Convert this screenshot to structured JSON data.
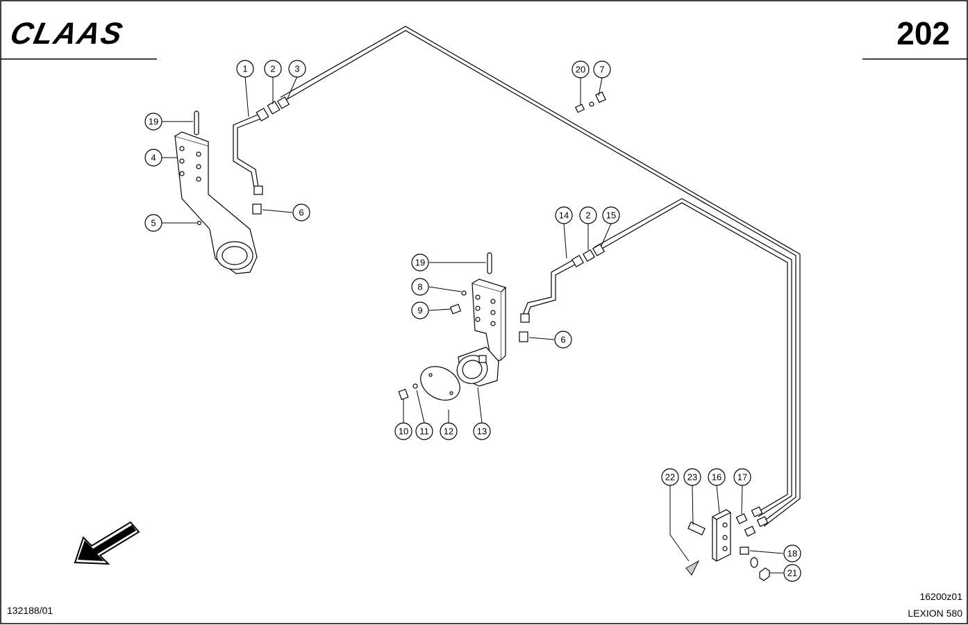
{
  "header": {
    "brand": "CLAAS",
    "page_number": "202"
  },
  "footer": {
    "left_code": "132188/01",
    "right_code": "16200z01",
    "model": "LEXION 580"
  },
  "callouts": [
    {
      "id": "c1",
      "label": "1"
    },
    {
      "id": "c2a",
      "label": "2"
    },
    {
      "id": "c3",
      "label": "3"
    },
    {
      "id": "c20",
      "label": "20"
    },
    {
      "id": "c7",
      "label": "7"
    },
    {
      "id": "c19a",
      "label": "19"
    },
    {
      "id": "c4",
      "label": "4"
    },
    {
      "id": "c6a",
      "label": "6"
    },
    {
      "id": "c5",
      "label": "5"
    },
    {
      "id": "c14",
      "label": "14"
    },
    {
      "id": "c2b",
      "label": "2"
    },
    {
      "id": "c15",
      "label": "15"
    },
    {
      "id": "c19b",
      "label": "19"
    },
    {
      "id": "c8",
      "label": "8"
    },
    {
      "id": "c9",
      "label": "9"
    },
    {
      "id": "c6b",
      "label": "6"
    },
    {
      "id": "c10",
      "label": "10"
    },
    {
      "id": "c11",
      "label": "11"
    },
    {
      "id": "c12",
      "label": "12"
    },
    {
      "id": "c13",
      "label": "13"
    },
    {
      "id": "c22",
      "label": "22"
    },
    {
      "id": "c23",
      "label": "23"
    },
    {
      "id": "c16",
      "label": "16"
    },
    {
      "id": "c17",
      "label": "17"
    },
    {
      "id": "c18",
      "label": "18"
    },
    {
      "id": "c21",
      "label": "21"
    }
  ]
}
